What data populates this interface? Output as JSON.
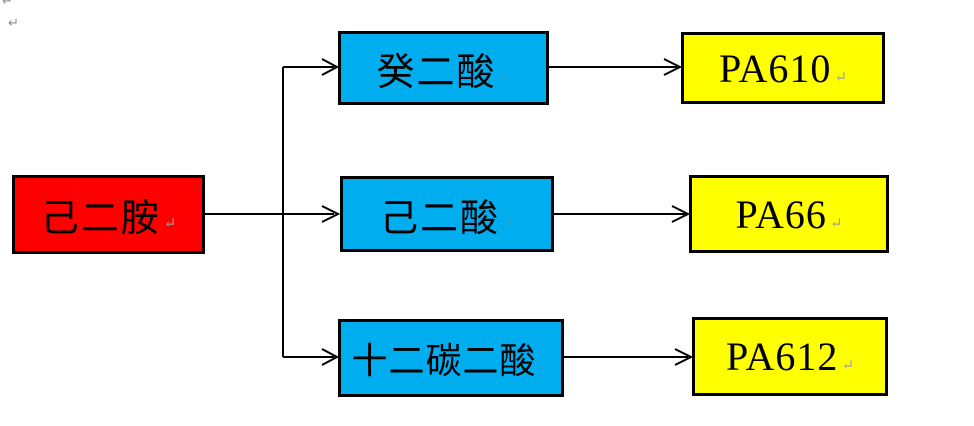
{
  "marks": {
    "pilcrow": "↵"
  },
  "colors": {
    "source_fill": "#ff0000",
    "intermediate_fill": "#00aeef",
    "product_fill": "#ffff00",
    "border": "#000000",
    "connector": "#000000",
    "return_mark": "#a0a0a0"
  },
  "diagram": {
    "source": {
      "label": "己二胺"
    },
    "rows": [
      {
        "intermediate": "癸二酸",
        "product": "PA610"
      },
      {
        "intermediate": "己二酸",
        "product": "PA66"
      },
      {
        "intermediate": "十二碳二酸",
        "product": "PA612"
      }
    ]
  }
}
